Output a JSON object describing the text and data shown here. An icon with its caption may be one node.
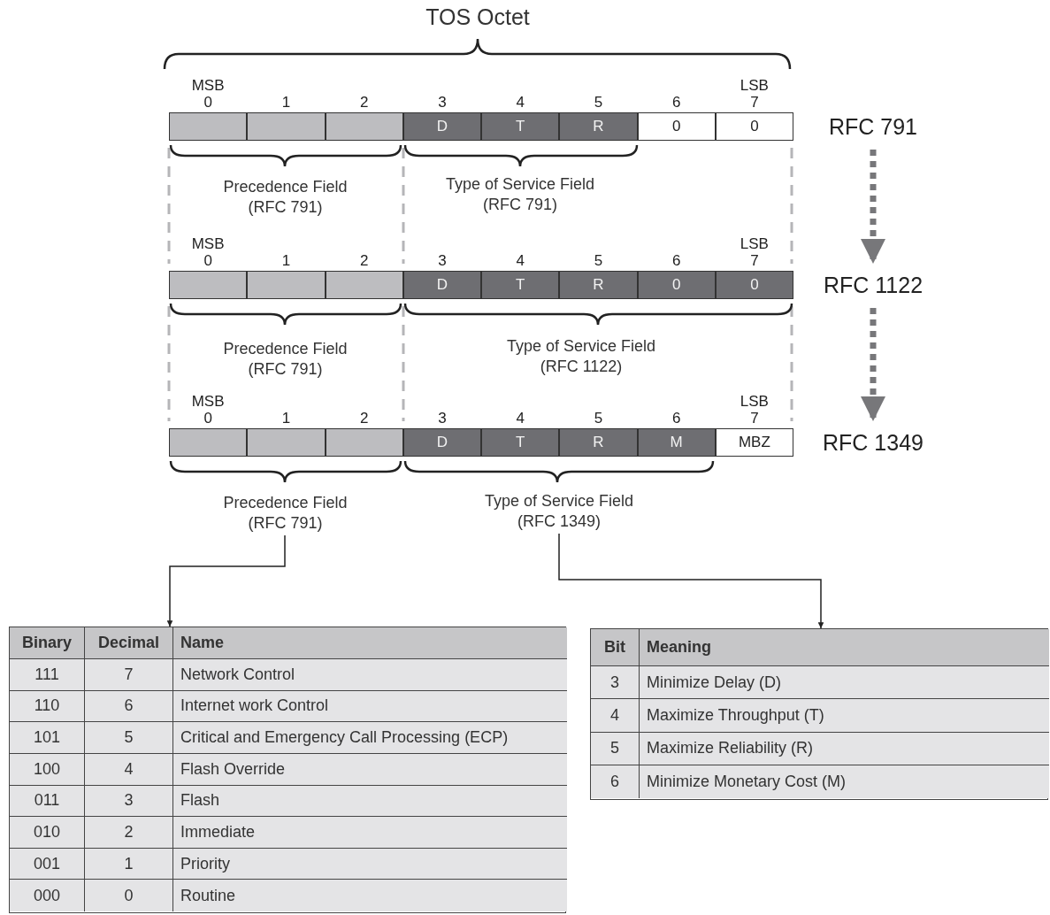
{
  "diagram": {
    "nodes": [
      {
        "text": [],
        "shape": "box",
        "beside": [
          "MSB",
          "0"
        ]
      },
      {
        "text": [],
        "shape": "box",
        "beside": [
          "1"
        ]
      },
      {
        "text": [],
        "shape": "box",
        "beside": [
          "2"
        ]
      },
      {
        "text": [
          "D"
        ],
        "beside": [
          "3"
        ]
      },
      {
        "text": [
          "T"
        ],
        "beside": [
          "4"
        ]
      },
      {
        "text": [
          "R"
        ],
        "beside": [
          "5"
        ]
      },
      {
        "text": [
          "0"
        ],
        "beside": [
          "6"
        ]
      },
      {
        "text": [
          "0"
        ],
        "beside": [
          "LSB",
          "7"
        ]
      },
      {
        "text": [
          "RFC 791"
        ]
      },
      {
        "text": [],
        "shape": "box",
        "beside": [
          "MSB",
          "0"
        ]
      },
      {
        "text": [],
        "shape": "box",
        "beside": [
          "1"
        ]
      },
      {
        "text": [],
        "shape": "box",
        "beside": [
          "2"
        ]
      },
      {
        "text": [
          "D"
        ],
        "beside": [
          "3"
        ]
      },
      {
        "text": [
          "T"
        ],
        "beside": [
          "4"
        ]
      },
      {
        "text": [
          "R"
        ],
        "beside": [
          "5"
        ]
      },
      {
        "text": [
          "0"
        ],
        "beside": [
          "6"
        ]
      },
      {
        "text": [
          "0"
        ],
        "beside": [
          "LSB",
          "7"
        ]
      },
      {
        "text": [
          "RFC 1122"
        ]
      },
      {
        "text": [],
        "shape": "box",
        "beside": [
          "MSB",
          "0"
        ]
      },
      {
        "text": [],
        "shape": "box",
        "beside": [
          "1"
        ]
      },
      {
        "text": [],
        "shape": "box",
        "beside": [
          "2"
        ]
      },
      {
        "text": [
          "D"
        ],
        "beside": [
          "3"
        ]
      },
      {
        "text": [
          "T"
        ],
        "beside": [
          "4"
        ]
      },
      {
        "text": [
          "R"
        ],
        "beside": [
          "5"
        ]
      },
      {
        "text": [
          "M"
        ],
        "beside": [
          "6"
        ]
      },
      {
        "text": [
          "MBZ"
        ],
        "beside": [
          "LSB",
          "7"
        ]
      },
      {
        "text": [
          "RFC 1349"
        ]
      },
      {
        "text": [
          "Precedence Field (RFC 791)"
        ]
      },
      {
        "text": [
          "Type of Service Field (RFC 1349)"
        ]
      },
      {
        "text": [
          "Binary",
          "Decimal",
          "Name",
          "111",
          "7",
          "Network Control",
          "110",
          "6",
          "Internet work Control",
          "101",
          "5",
          "Critical and Emergency Call Processing (ECP)",
          "100",
          "4",
          "Flash Override",
          "011",
          "3",
          "Flash",
          "010",
          "2",
          "Immediate",
          "001",
          "1",
          "Priority",
          "000",
          "0",
          "Routine"
        ]
      },
      {
        "text": [
          "Bit",
          "Meaning",
          "3",
          "Minimize Delay (D)",
          "4",
          "Maximize Throughput (T)",
          "5",
          "Maximize Reliability (R)",
          "6",
          "Minimize Monetary Cost (M)"
        ]
      }
    ],
    "edges": [
      {
        "from": 8,
        "to": 17,
        "arrow": "to",
        "style": "dashed",
        "color": "#77777a"
      },
      {
        "from": 17,
        "to": 26,
        "arrow": "to",
        "style": "dashed",
        "color": "#77777a"
      },
      {
        "from": 27,
        "to": 29,
        "arrow": "to"
      },
      {
        "from": 28,
        "to": 30,
        "arrow": "to"
      }
    ],
    "labels": [
      "TOS Octet",
      "Precedence Field (RFC 791)",
      "Type of Service Field (RFC 791)",
      "Precedence Field (RFC 791)",
      "Type of Service Field (RFC 1122)"
    ]
  }
}
